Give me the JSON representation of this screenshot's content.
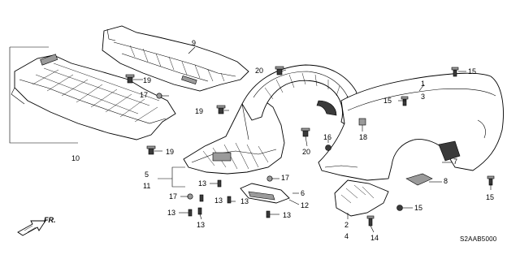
{
  "diagram": {
    "drawing_code": "S2AAB5000",
    "direction_label": "FR.",
    "part_numbers": {
      "p1": "1",
      "p2": "2",
      "p3": "3",
      "p4": "4",
      "p5": "5",
      "p6": "6",
      "p7": "7",
      "p8": "8",
      "p9": "9",
      "p10": "10",
      "p11": "11",
      "p12": "12",
      "p13a": "13",
      "p13b": "13",
      "p13c": "13",
      "p13d": "13",
      "p13e": "13",
      "p13f": "13",
      "p14": "14",
      "p15a": "15",
      "p15b": "15",
      "p15c": "15",
      "p15d": "15",
      "p16": "16",
      "p17a": "17",
      "p17b": "17",
      "p17c": "17",
      "p18": "18",
      "p19a": "19",
      "p19b": "19",
      "p19c": "19",
      "p20a": "20",
      "p20b": "20"
    }
  }
}
